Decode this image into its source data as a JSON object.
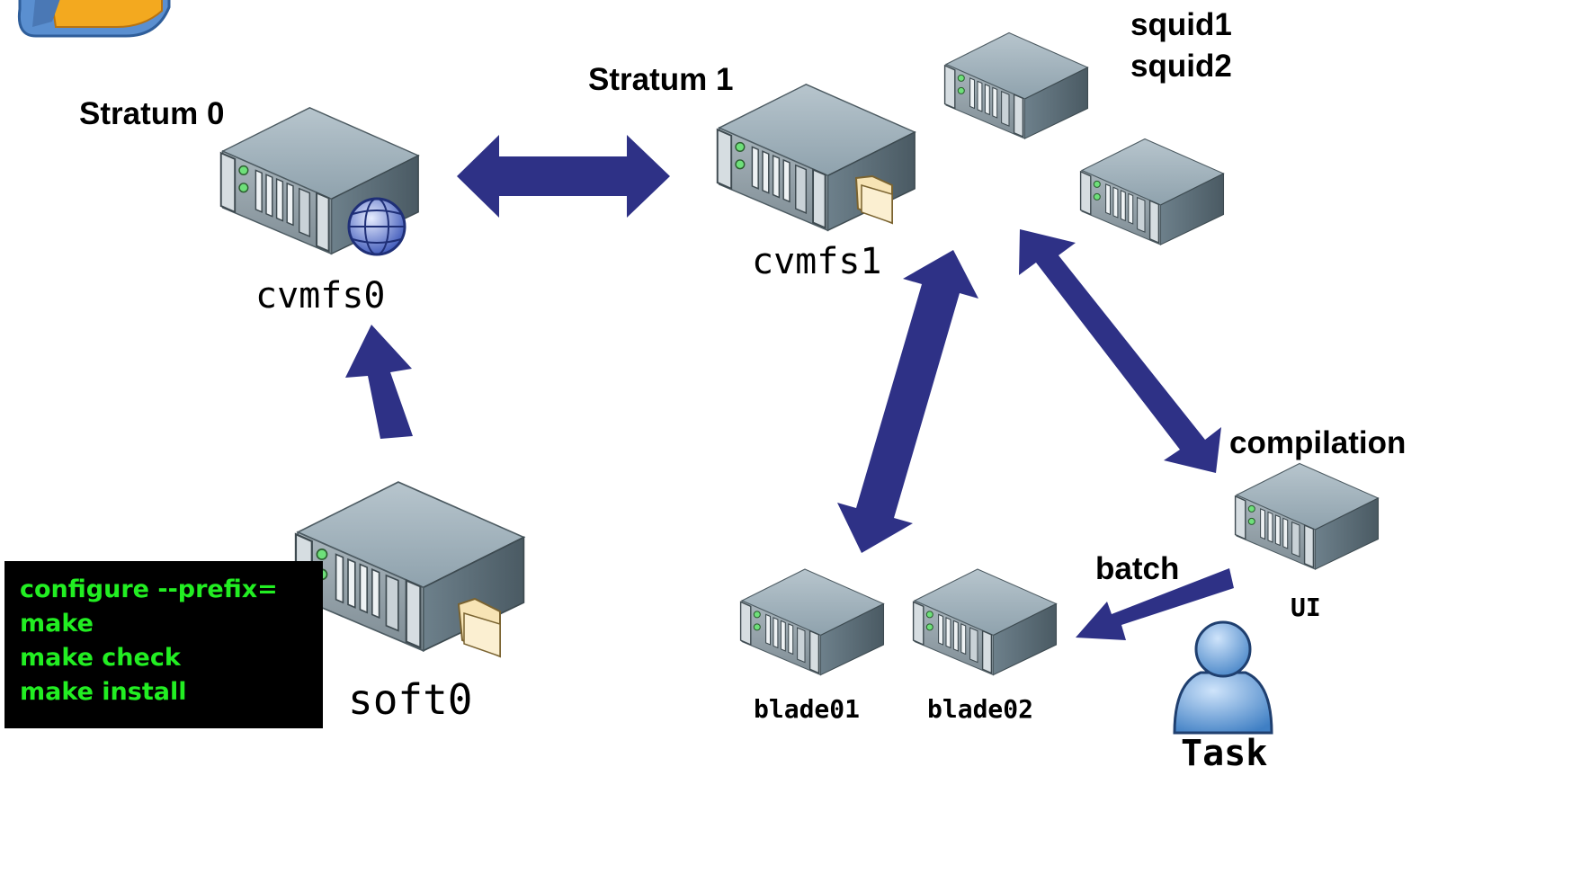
{
  "labels": {
    "stratum0": "Stratum 0",
    "stratum1": "Stratum 1",
    "squid1": "squid1",
    "squid2": "squid2",
    "cvmfs0": "cvmfs0",
    "cvmfs1": "cvmfs1",
    "soft0": "soft0",
    "compilation": "compilation",
    "ui": "UI",
    "batch": "batch",
    "blade01": "blade01",
    "blade02": "blade02",
    "task": "Task"
  },
  "terminal": {
    "lines": [
      "configure --prefix=",
      "make",
      "make check",
      "make install"
    ]
  },
  "colors": {
    "arrow": "#2e3186",
    "terminal_bg": "#000000",
    "terminal_text": "#22ee22"
  },
  "icons": {
    "app_logo": "app-logo-icon",
    "server": "server-icon",
    "globe": "globe-icon",
    "folder": "folder-icon",
    "user": "user-icon"
  }
}
